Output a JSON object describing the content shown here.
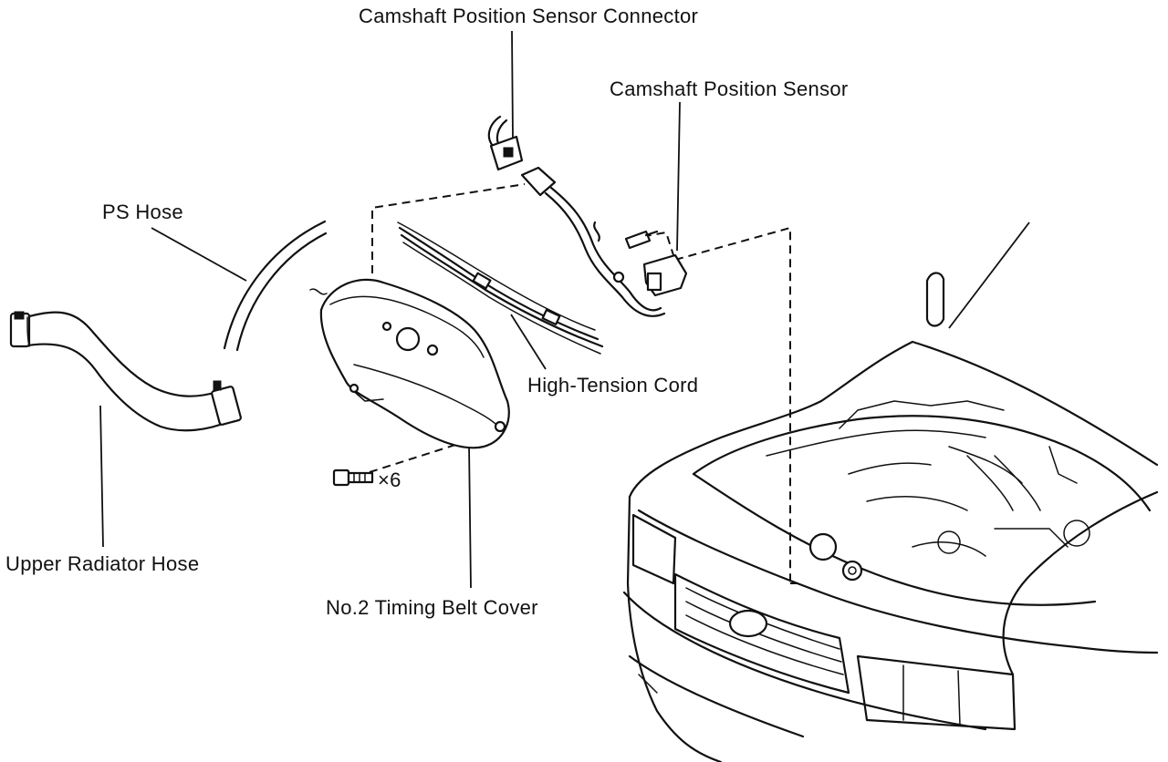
{
  "labels": {
    "cam_sensor_connector": "Camshaft Position Sensor Connector",
    "cam_sensor": "Camshaft Position Sensor",
    "ps_hose": "PS Hose",
    "high_tension_cord": "High-Tension Cord",
    "bolt_qty": "×6",
    "upper_radiator_hose": "Upper Radiator Hose",
    "timing_belt_cover": "No.2 Timing Belt Cover"
  }
}
